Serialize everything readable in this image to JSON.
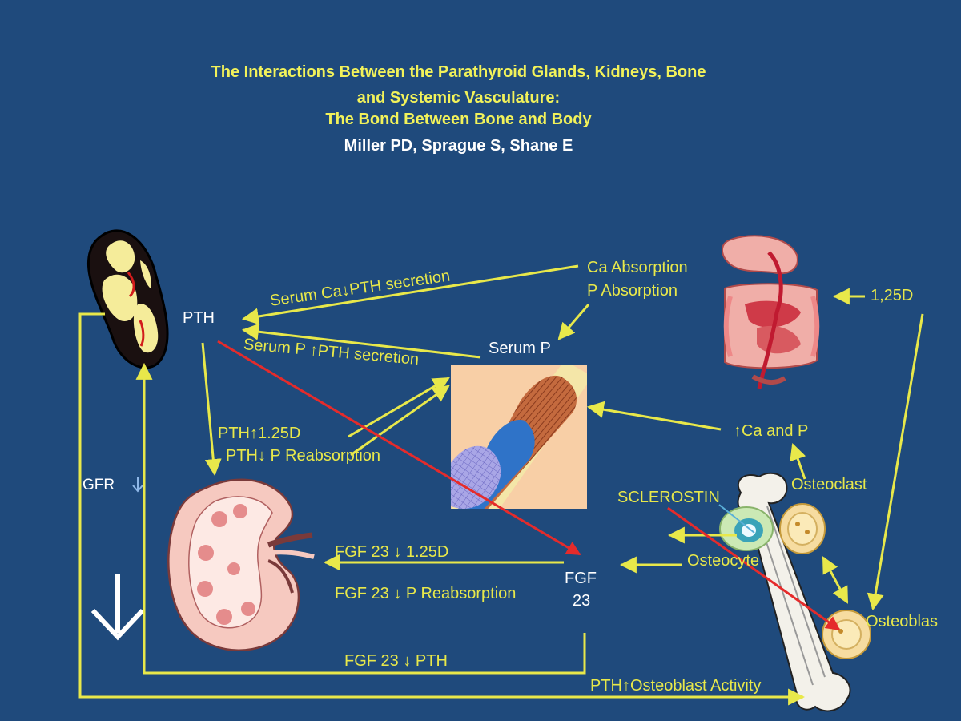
{
  "title": {
    "line1": "The Interactions Between the Parathyroid Glands, Kidneys, Bone",
    "line2": "and Systemic Vasculature:",
    "line3": "The Bond Between Bone and Body",
    "authors": "Miller PD, Sprague S, Shane E"
  },
  "labels": {
    "pth": "PTH",
    "serum_ca": "Serum Ca↓PTH secretion",
    "serum_p_pth": "Serum P ↑PTH secretion",
    "serum_p": "Serum P",
    "ca_absorption": "Ca Absorption",
    "p_absorption": "P Absorption",
    "d125": "1,25D",
    "pth_125d": "PTH↑1.25D",
    "pth_p_reabs": "PTH↓ P Reabsorption",
    "ca_and_p": "↑Ca and P",
    "gfr": "GFR",
    "sclerostin": "SCLEROSTIN",
    "osteoclast": "Osteoclast",
    "osteocyte": "Osteocyte",
    "osteoblast": "Osteoblas",
    "fgf23_125d": "FGF 23 ↓ 1.25D",
    "fgf23_p_reabs": "FGF 23 ↓ P Reabsorption",
    "fgf23_line1": "FGF",
    "fgf23_line2": "23",
    "fgf23_pth": "FGF 23 ↓ PTH",
    "pth_osteoblast": "PTH↑Osteoblast Activity"
  },
  "colors": {
    "background": "#1f4a7c",
    "title": "#f2f25a",
    "label": "#e8e84a",
    "arrow": "#e8e84a",
    "red_arrow": "#e52b2b",
    "white": "#ffffff"
  },
  "icons": [
    "parathyroid-gland-icon",
    "kidney-icon",
    "blood-vessel-icon",
    "intestine-icon",
    "bone-icon",
    "down-arrow-icon"
  ]
}
